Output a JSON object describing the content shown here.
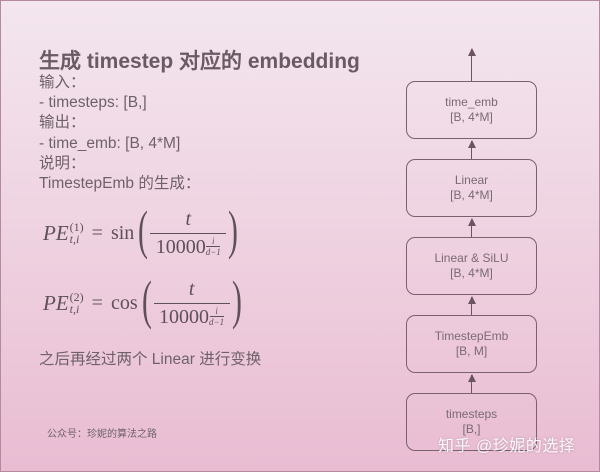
{
  "slide": {
    "title": "生成 timestep 对应的 embedding",
    "description_lines": [
      "输入：",
      "- timesteps: [B,]",
      "输出：",
      "- time_emb: [B, 4*M]",
      "说明：",
      "TimestepEmb 的生成："
    ],
    "formulas": [
      {
        "lhs": "PE",
        "sup": "(1)",
        "sub": "t,i",
        "eq": "=",
        "func": "sin",
        "numerator": "t",
        "denominator_base": "10000",
        "exp_num": "i",
        "exp_den": "d−1",
        "open": "(",
        "close": ")"
      },
      {
        "lhs": "PE",
        "sup": "(2)",
        "sub": "t,i",
        "eq": "=",
        "func": "cos",
        "numerator": "t",
        "denominator_base": "10000",
        "exp_num": "i",
        "exp_den": "d−1",
        "open": "(",
        "close": ")"
      }
    ],
    "note": "之后再经过两个 Linear 进行变换",
    "footer": "公众号：珍妮的算法之路",
    "watermark": "知乎 @珍妮的选择"
  },
  "diagram": {
    "nodes": [
      {
        "name": "time_emb",
        "shape": "[B, 4*M]"
      },
      {
        "name": "Linear",
        "shape": "[B, 4*M]"
      },
      {
        "name": "Linear & SiLU",
        "shape": "[B, 4*M]"
      },
      {
        "name": "TimestepEmb",
        "shape": "[B, M]"
      },
      {
        "name": "timesteps",
        "shape": "[B,]"
      }
    ],
    "edges": [
      [
        "timesteps",
        "TimestepEmb"
      ],
      [
        "TimestepEmb",
        "Linear & SiLU"
      ],
      [
        "Linear & SiLU",
        "Linear"
      ],
      [
        "Linear",
        "time_emb"
      ],
      [
        "time_emb",
        "output"
      ]
    ]
  },
  "colors": {
    "background_top": "#f3e6ee",
    "background_bottom": "#e9bcd2",
    "text": "#6f6169",
    "box_border": "#7b6070"
  }
}
